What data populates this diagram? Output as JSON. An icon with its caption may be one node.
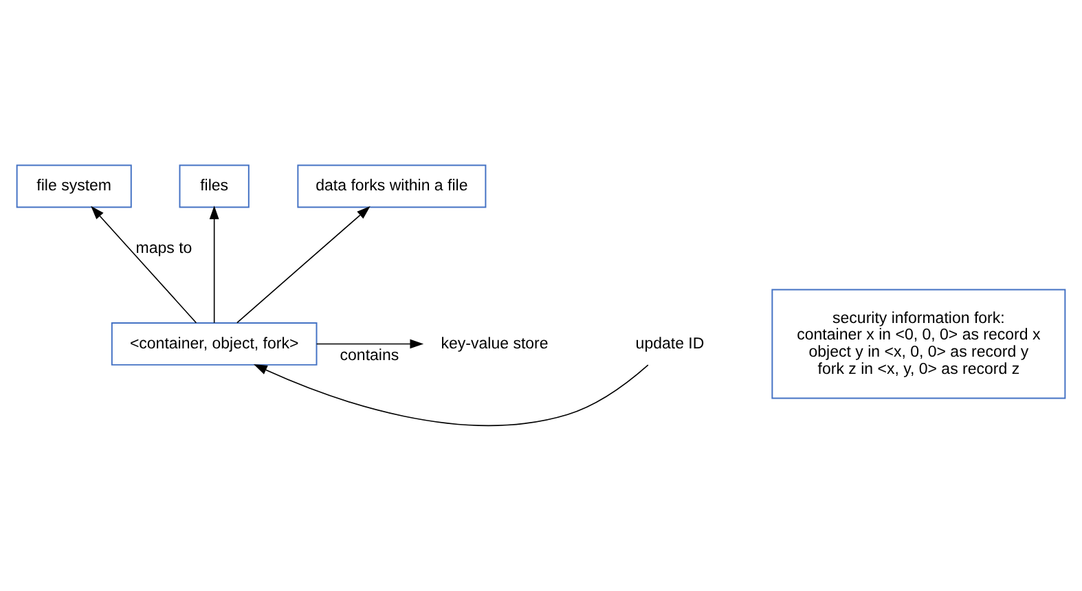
{
  "diagram": {
    "nodes": [
      {
        "text": [
          "file system"
        ]
      },
      {
        "text": [
          "files"
        ]
      },
      {
        "text": [
          "data forks within a file"
        ]
      },
      {
        "text": [
          "<container, object, fork>"
        ]
      },
      {
        "text": [
          "update ID"
        ]
      },
      {
        "text": [
          "key-value store"
        ]
      },
      {
        "text": [
          "security information fork:",
          "container x in <0, 0, 0> as record x",
          "object y in <x, 0, 0> as record y",
          "fork z in <x, y, 0> as record z"
        ]
      }
    ],
    "edges": [
      {
        "from": 3,
        "to": 0,
        "arrow": "to",
        "label": "maps to"
      },
      {
        "from": 3,
        "to": 1,
        "arrow": "to"
      },
      {
        "from": 3,
        "to": 2,
        "arrow": "to"
      },
      {
        "from": 4,
        "to": 3,
        "arrow": "to"
      },
      {
        "from": 3,
        "to": 5,
        "arrow": "to",
        "label": "contains"
      }
    ]
  }
}
